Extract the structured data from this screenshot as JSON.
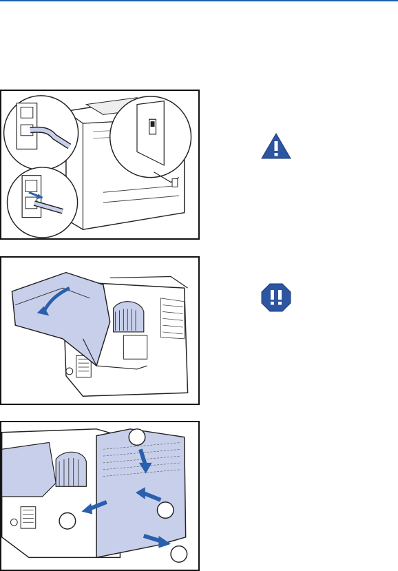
{
  "colors": {
    "top_rule": "#1f5fa8",
    "illustration_fill": "#c8cfea",
    "arrow": "#2a5fad",
    "icon_fill": "#2d55a0"
  },
  "icons": {
    "warning": "warning-triangle-icon",
    "caution": "caution-octagon-icon"
  },
  "figures": [
    {
      "name": "unplug-power-illustration"
    },
    {
      "name": "open-rear-door-illustration"
    },
    {
      "name": "remove-side-panel-illustration",
      "callouts": [
        "",
        "",
        "",
        ""
      ]
    }
  ]
}
